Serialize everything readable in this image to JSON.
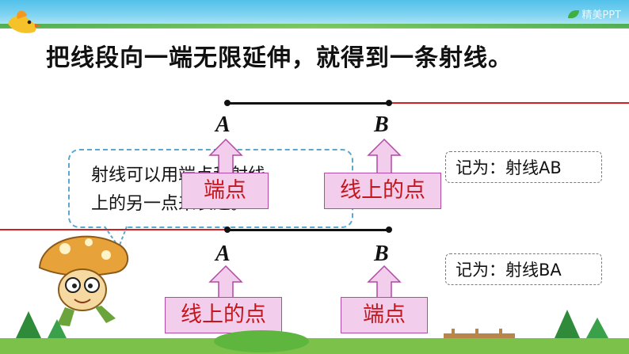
{
  "brand": {
    "label": "精美PPT"
  },
  "title": "把线段向一端无限延伸，就得到一条射线。",
  "points": {
    "top_left": "A",
    "top_right": "B",
    "bottom_left": "A",
    "bottom_right": "B"
  },
  "labels": {
    "top_left_box": "端点",
    "top_right_box": "线上的点",
    "bottom_left_box": "线上的点",
    "bottom_right_box": "端点"
  },
  "notes": {
    "top": "记为：射线AB",
    "bottom": "记为：射线BA"
  },
  "bubble": {
    "line1": "射线可以用端点和射线",
    "line2": "上的另一点来表述。"
  },
  "colors": {
    "ray": "#d21f1f",
    "segment": "#111111",
    "box_fill": "#f2cdec",
    "box_text": "#c4161c",
    "banner": "#52c1ea"
  }
}
